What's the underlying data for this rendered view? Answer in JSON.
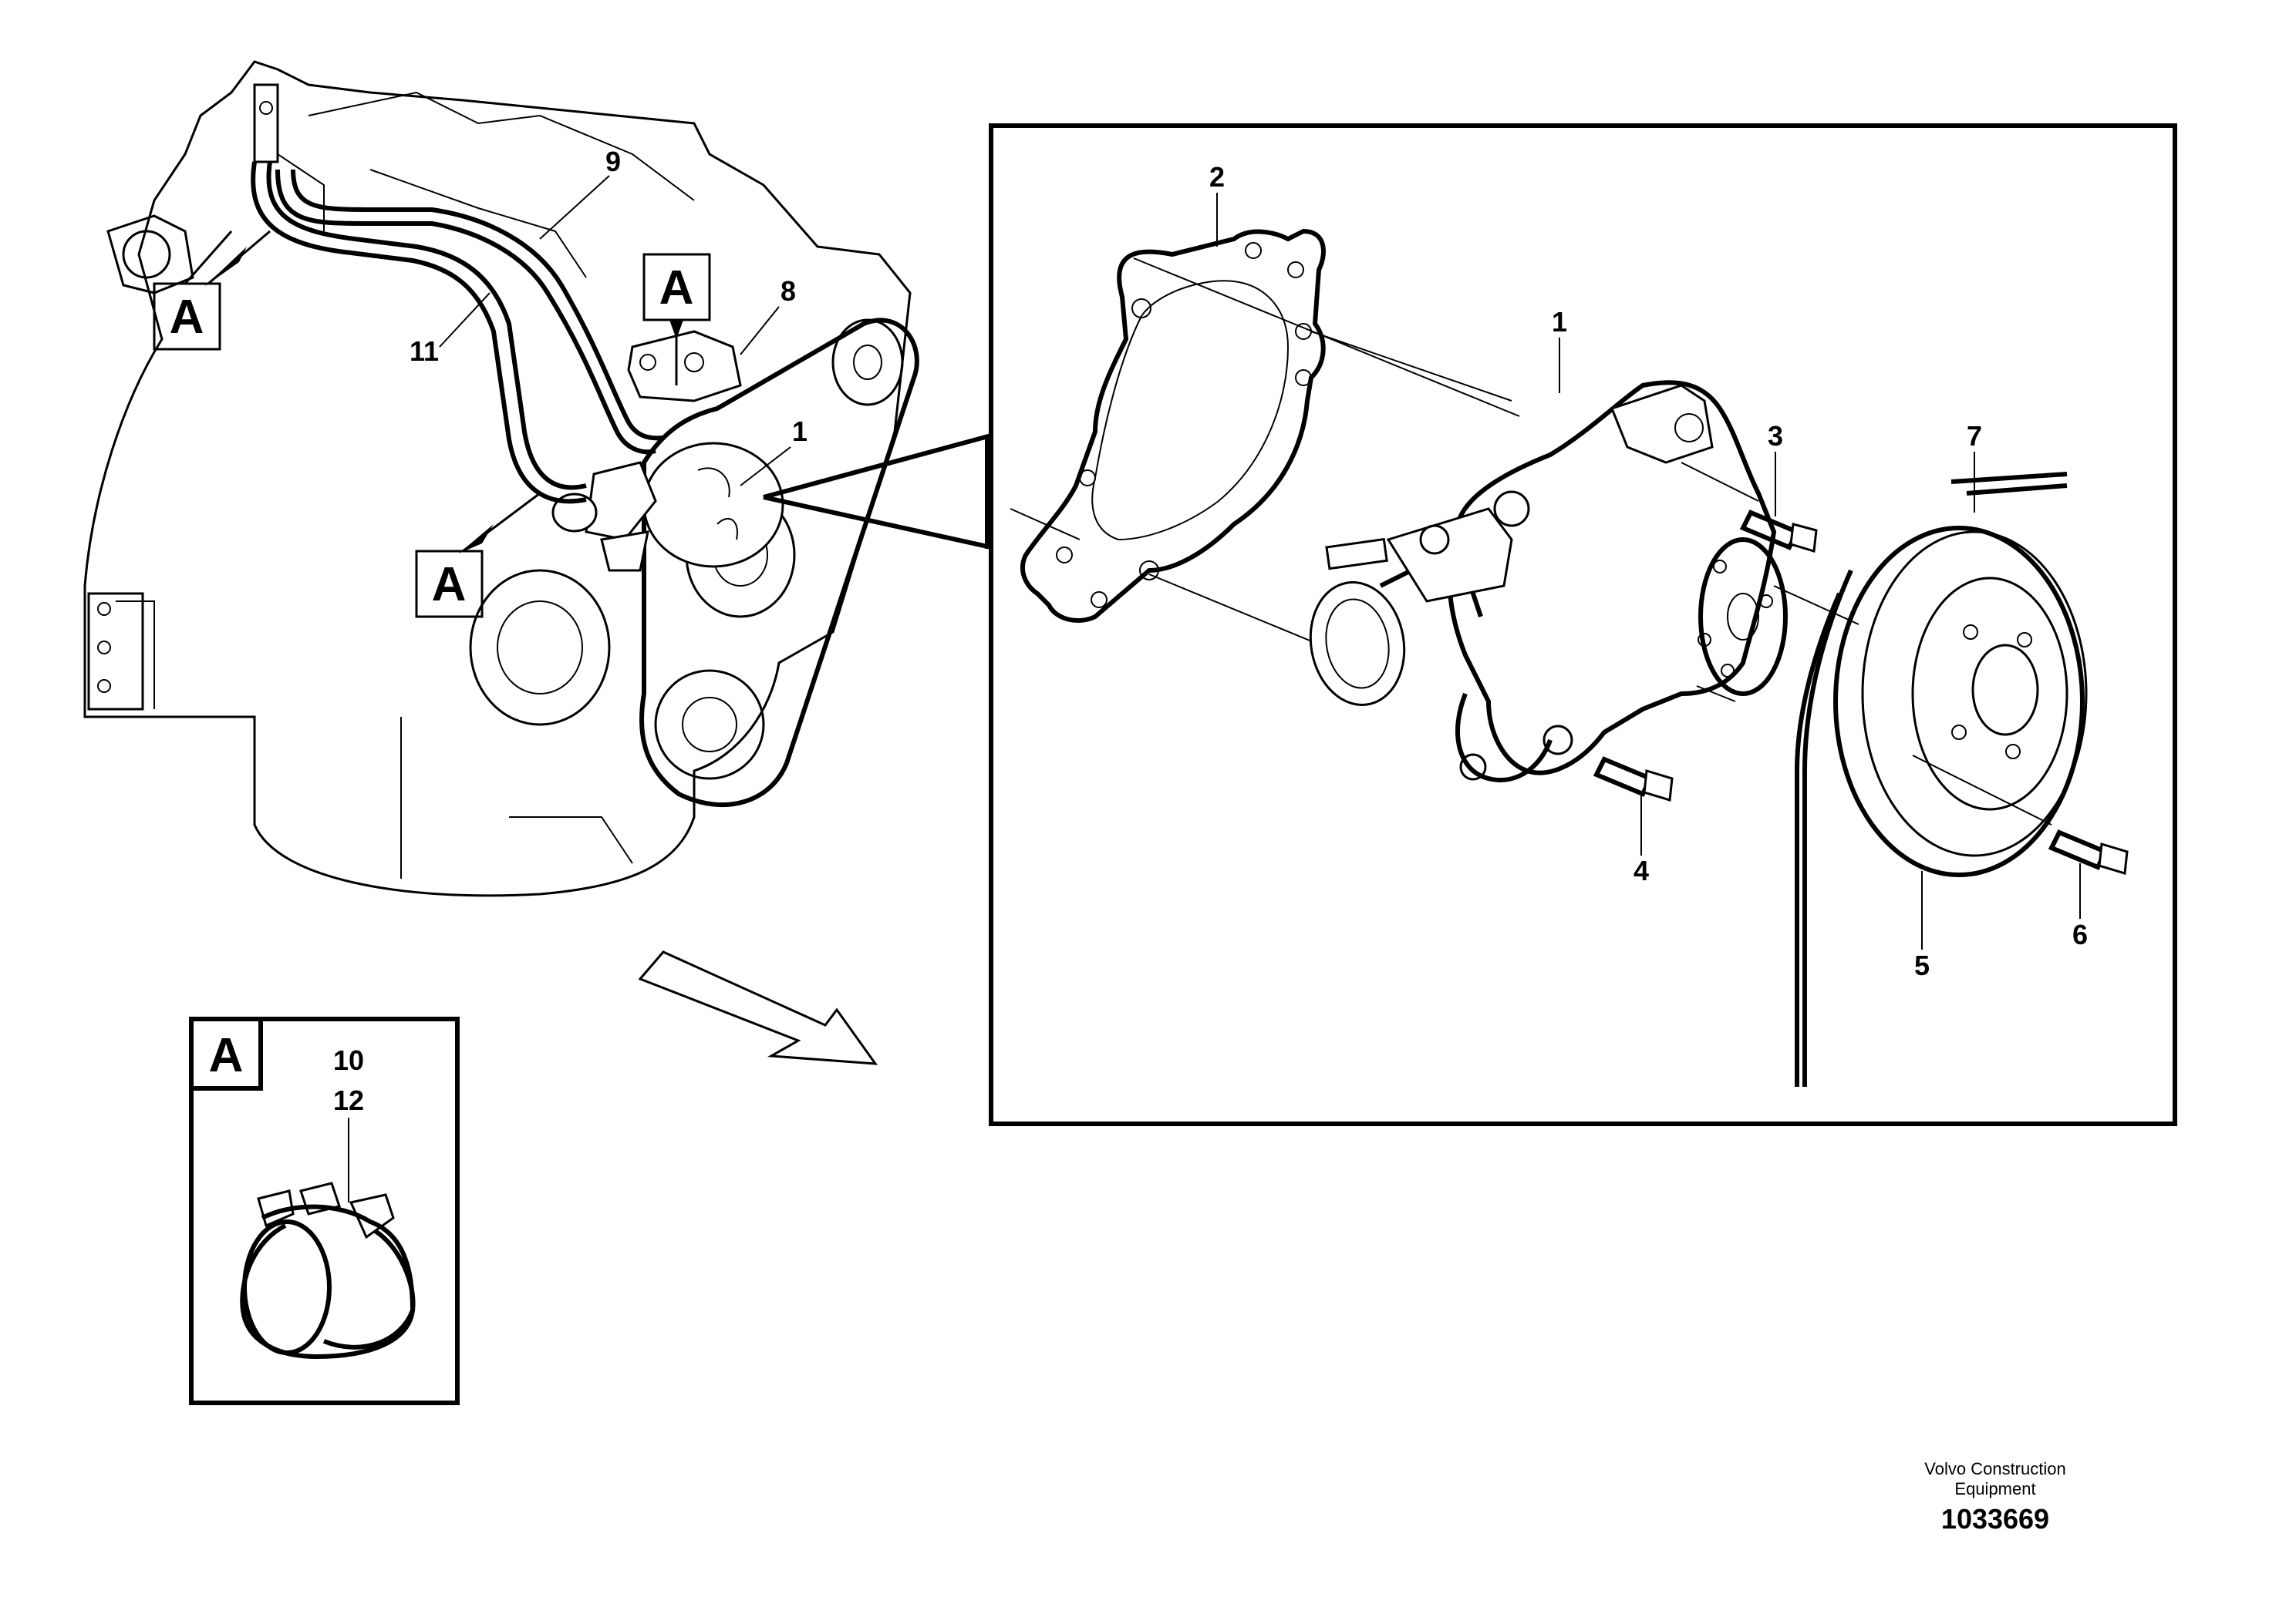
{
  "callouts": {
    "p1": "1",
    "p2": "2",
    "p3": "3",
    "p4": "4",
    "p5": "5",
    "p6": "6",
    "p7": "7",
    "p8": "8",
    "p9": "9",
    "p10": "10",
    "p11": "11",
    "p12": "12",
    "p1_engine": "1"
  },
  "detail_markers": {
    "a1": "A",
    "a2": "A",
    "a3": "A",
    "detail_box": "A"
  },
  "footer": {
    "publisher_line1": "Volvo Construction",
    "publisher_line2": "Equipment",
    "document_number": "1033669"
  }
}
